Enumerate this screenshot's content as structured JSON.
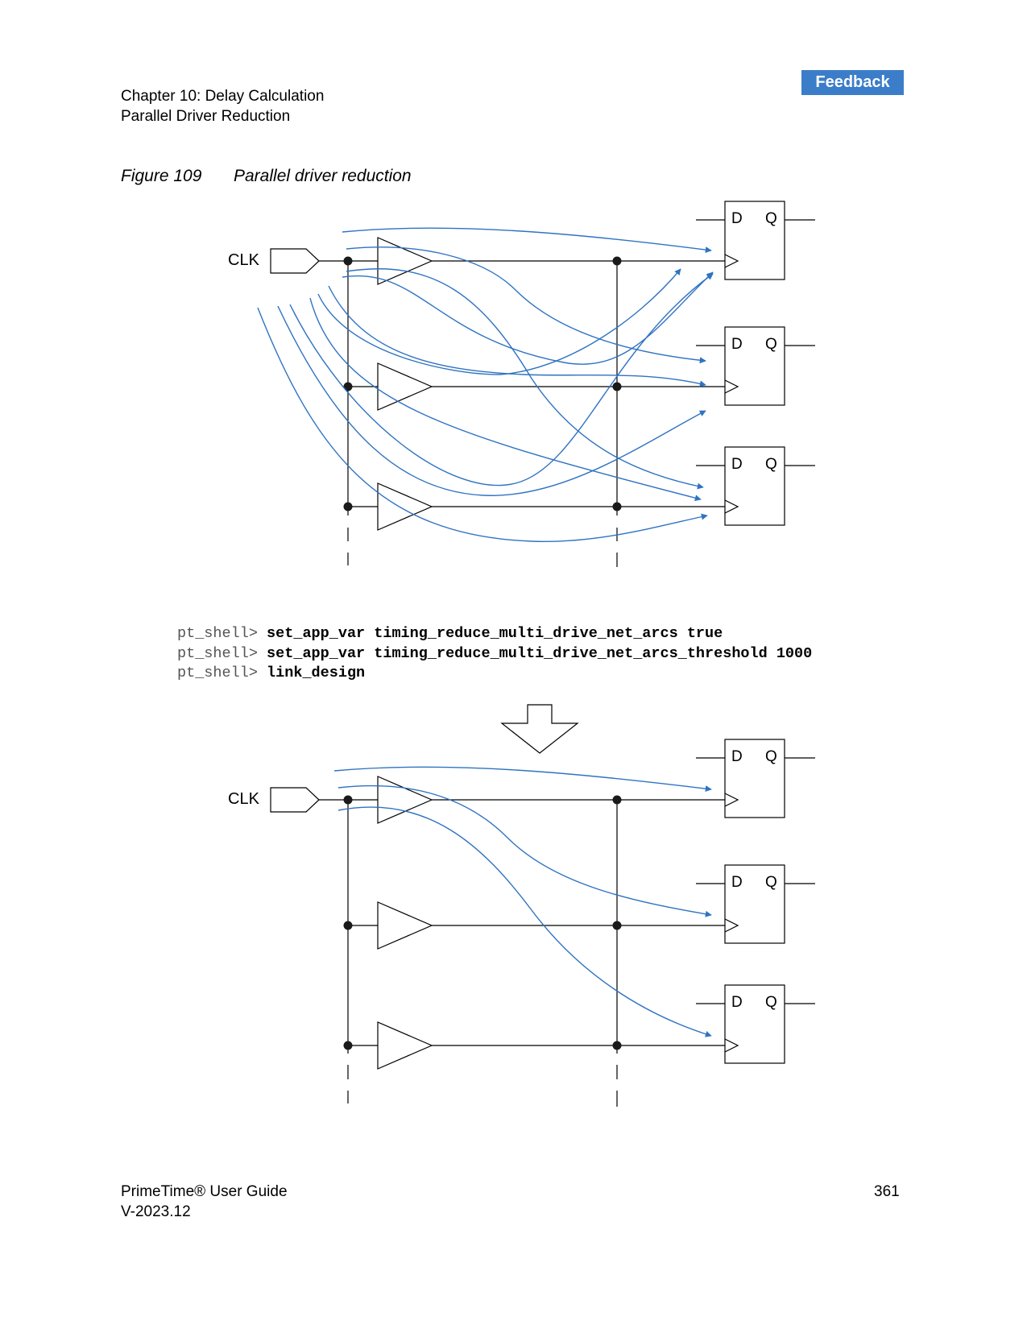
{
  "header": {
    "feedback_label": "Feedback",
    "chapter": "Chapter 10: Delay Calculation",
    "section": "Parallel Driver Reduction"
  },
  "figure": {
    "number": "Figure 109",
    "title": "Parallel driver reduction",
    "clk_label": "CLK",
    "ff_d_label": "D",
    "ff_q_label": "Q"
  },
  "commands": [
    {
      "prompt": "pt_shell> ",
      "cmd": "set_app_var timing_reduce_multi_drive_net_arcs true"
    },
    {
      "prompt": "pt_shell> ",
      "cmd": "set_app_var timing_reduce_multi_drive_net_arcs_threshold 1000"
    },
    {
      "prompt": "pt_shell> ",
      "cmd": "link_design"
    }
  ],
  "footer": {
    "guide": "PrimeTime® User Guide",
    "version": "V-2023.12",
    "page": "361"
  },
  "colors": {
    "arc": "#2f73c2",
    "feedback_bg": "#3b7dc9"
  }
}
